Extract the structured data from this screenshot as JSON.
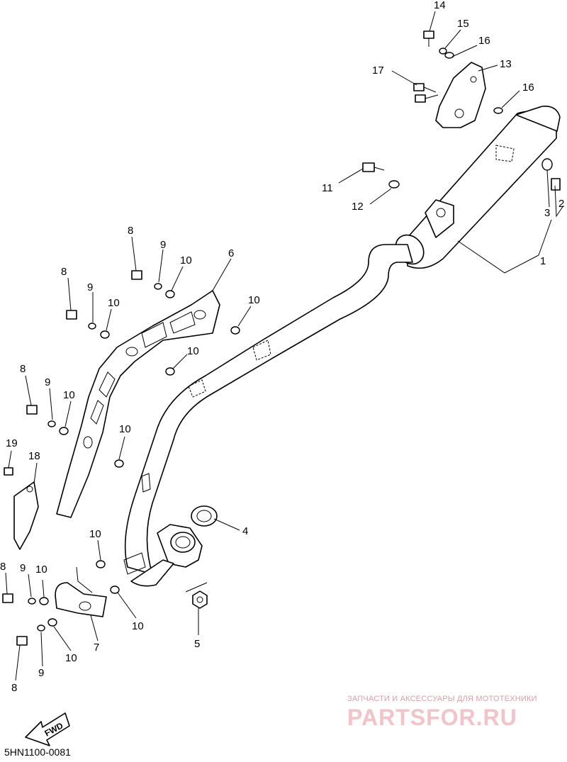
{
  "diagram": {
    "callouts": [
      "14",
      "15",
      "16",
      "17",
      "13",
      "16",
      "11",
      "12",
      "2",
      "3",
      "1",
      "6",
      "8",
      "9",
      "10",
      "8",
      "9",
      "10",
      "10",
      "10",
      "8",
      "9",
      "10",
      "10",
      "19",
      "18",
      "4",
      "10",
      "8",
      "9",
      "10",
      "10",
      "7",
      "5",
      "8",
      "9",
      "10"
    ],
    "fwd_label": "FWD",
    "part_code": "5HN1100-0081"
  },
  "watermark": {
    "tagline": "ЗАПЧАСТИ И АКСЕССУАРЫ ДЛЯ МОТОТЕХНИКИ",
    "brand": "PARTSFOR.RU"
  }
}
